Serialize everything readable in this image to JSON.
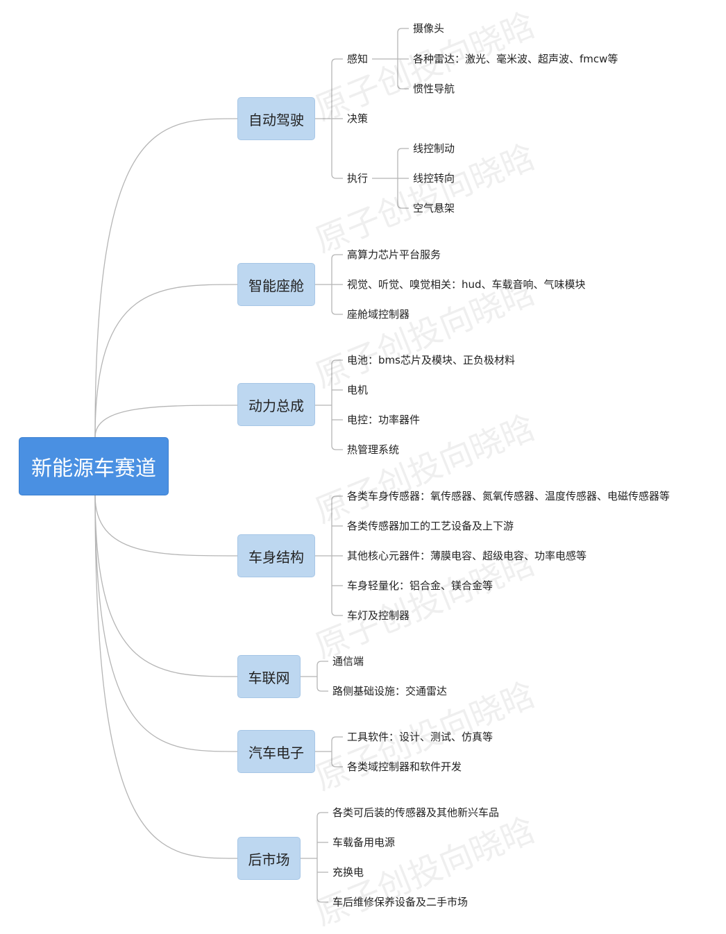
{
  "root": "新能源车赛道",
  "watermark": "原子创投向晓晗",
  "colors": {
    "root": "#4a90e2",
    "branch": "#bdd7f0",
    "line": "#b5b5b5"
  },
  "branches": [
    {
      "label": "自动驾驶",
      "children": [
        {
          "label": "感知",
          "children": [
            "摄像头",
            "各种雷达：激光、毫米波、超声波、fmcw等",
            "惯性导航"
          ]
        },
        {
          "label": "决策"
        },
        {
          "label": "执行",
          "children": [
            "线控制动",
            "线控转向",
            "空气悬架"
          ]
        }
      ]
    },
    {
      "label": "智能座舱",
      "children": [
        {
          "label": "高算力芯片平台服务"
        },
        {
          "label": "视觉、听觉、嗅觉相关：hud、车载音响、气味模块"
        },
        {
          "label": "座舱域控制器"
        }
      ]
    },
    {
      "label": "动力总成",
      "children": [
        {
          "label": "电池：bms芯片及模块、正负极材料"
        },
        {
          "label": "电机"
        },
        {
          "label": "电控：功率器件"
        },
        {
          "label": "热管理系统"
        }
      ]
    },
    {
      "label": "车身结构",
      "children": [
        {
          "label": "各类车身传感器：氧传感器、氮氧传感器、温度传感器、电磁传感器等"
        },
        {
          "label": "各类传感器加工的工艺设备及上下游"
        },
        {
          "label": "其他核心元器件：薄膜电容、超级电容、功率电感等"
        },
        {
          "label": "车身轻量化：铝合金、镁合金等"
        },
        {
          "label": "车灯及控制器"
        }
      ]
    },
    {
      "label": "车联网",
      "children": [
        {
          "label": "通信端"
        },
        {
          "label": "路侧基础设施：交通雷达"
        }
      ]
    },
    {
      "label": "汽车电子",
      "children": [
        {
          "label": "工具软件：设计、测试、仿真等"
        },
        {
          "label": "各类域控制器和软件开发"
        }
      ]
    },
    {
      "label": "后市场",
      "children": [
        {
          "label": "各类可后装的传感器及其他新兴车品"
        },
        {
          "label": "车载备用电源"
        },
        {
          "label": "充换电"
        },
        {
          "label": "车后维修保养设备及二手市场"
        }
      ]
    }
  ]
}
